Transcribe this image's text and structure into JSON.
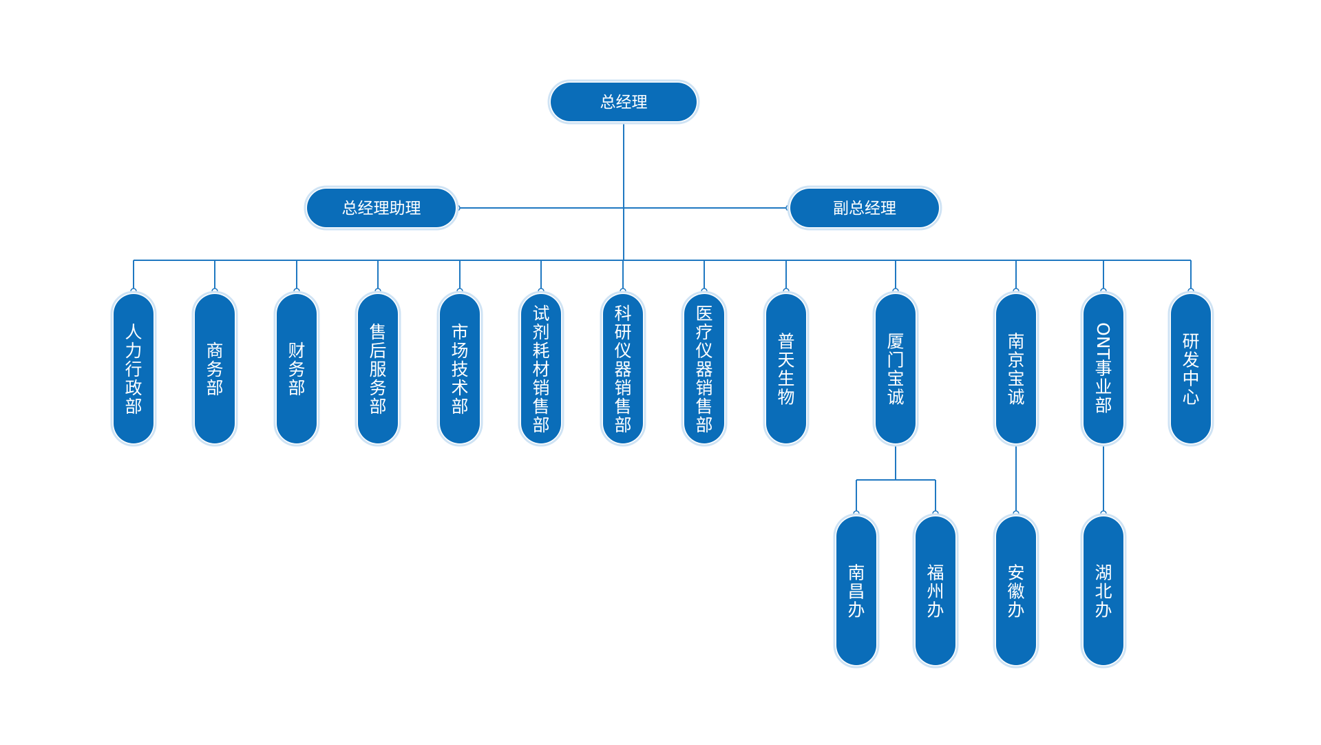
{
  "diagram": {
    "colors": {
      "node": "#0a6db9",
      "line": "#1f78c1",
      "halo": "#cfe3f4",
      "text": "#ffffff"
    },
    "root": {
      "label": "总经理"
    },
    "assistants": {
      "left": {
        "label": "总经理助理"
      },
      "right": {
        "label": "副总经理"
      }
    },
    "departments": [
      {
        "label": "人力行政部"
      },
      {
        "label": "商务部"
      },
      {
        "label": "财务部"
      },
      {
        "label": "售后服务部"
      },
      {
        "label": "市场技术部"
      },
      {
        "label": "试剂耗材销售部"
      },
      {
        "label": "科研仪器销售部"
      },
      {
        "label": "医疗仪器销售部"
      },
      {
        "label": "普天生物"
      },
      {
        "label": "厦门宝诚",
        "children": [
          {
            "label": "南昌办"
          },
          {
            "label": "福州办"
          }
        ]
      },
      {
        "label": "南京宝诚",
        "children": [
          {
            "label": "安徽办"
          }
        ]
      },
      {
        "label": "ONT事业部",
        "children": [
          {
            "label": "湖北办"
          }
        ]
      },
      {
        "label": "研发中心"
      }
    ]
  }
}
